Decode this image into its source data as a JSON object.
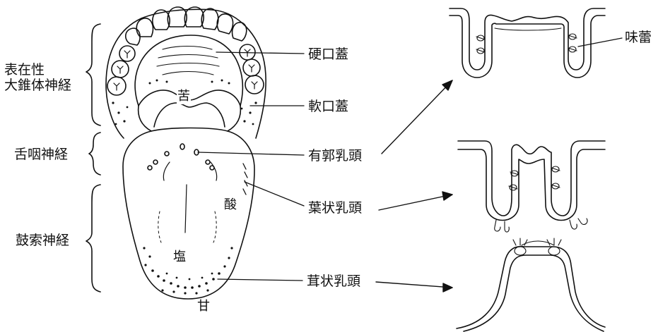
{
  "nerves": {
    "upper_line1": "表在性",
    "upper_line2": "大錐体神経",
    "middle": "舌咽神経",
    "lower": "鼓索神経"
  },
  "structures": {
    "hard_palate": "硬口蓋",
    "soft_palate": "軟口蓋",
    "circumvallate": "有郭乳頭",
    "foliate": "葉状乳頭",
    "fungiform": "茸状乳頭",
    "taste_bud": "味蕾"
  },
  "tastes": {
    "bitter": "苦",
    "sour": "酸",
    "salty": "塩",
    "sweet": "甘"
  }
}
